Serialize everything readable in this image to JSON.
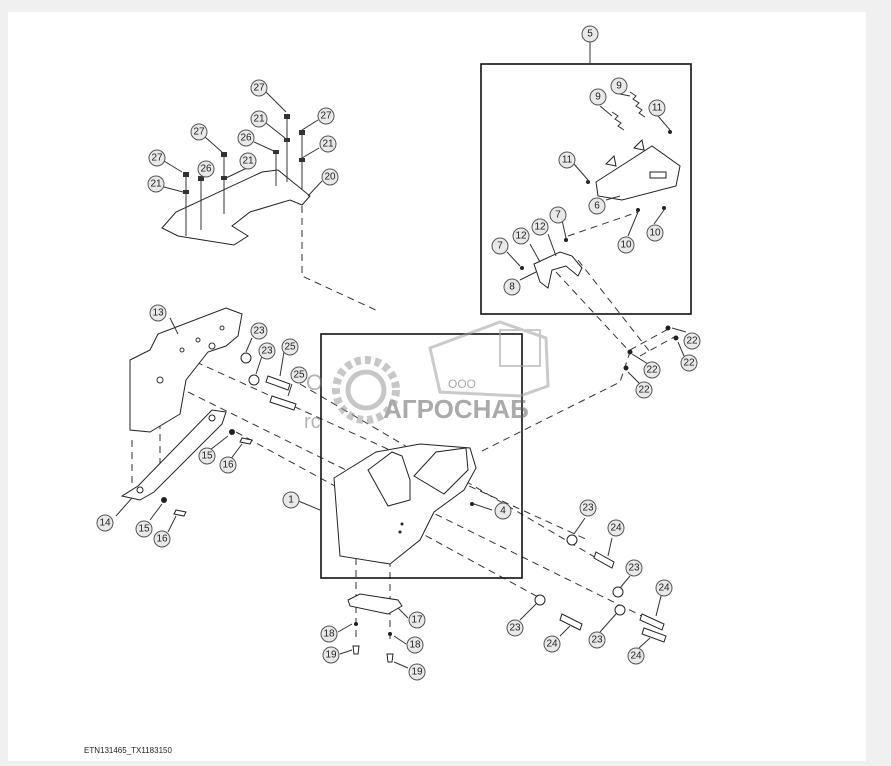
{
  "figure_id": "ETN131465_TX1183150",
  "watermark": {
    "company_prefix": "ООО",
    "company_name": "АГРОСНАБ",
    "fragment_a": "O",
    "fragment_b": "rc"
  },
  "callouts": [
    {
      "id": "c-27a",
      "label": "27"
    },
    {
      "id": "c-27b",
      "label": "27"
    },
    {
      "id": "c-27c",
      "label": "27"
    },
    {
      "id": "c-27d",
      "label": "27"
    },
    {
      "id": "c-21a",
      "label": "21"
    },
    {
      "id": "c-21b",
      "label": "21"
    },
    {
      "id": "c-21c",
      "label": "21"
    },
    {
      "id": "c-21d",
      "label": "21"
    },
    {
      "id": "c-26a",
      "label": "26"
    },
    {
      "id": "c-26b",
      "label": "26"
    },
    {
      "id": "c-20",
      "label": "20"
    },
    {
      "id": "c-5",
      "label": "5"
    },
    {
      "id": "c-9a",
      "label": "9"
    },
    {
      "id": "c-9b",
      "label": "9"
    },
    {
      "id": "c-11a",
      "label": "11"
    },
    {
      "id": "c-11b",
      "label": "11"
    },
    {
      "id": "c-6",
      "label": "6"
    },
    {
      "id": "c-7a",
      "label": "7"
    },
    {
      "id": "c-7b",
      "label": "7"
    },
    {
      "id": "c-12a",
      "label": "12"
    },
    {
      "id": "c-12b",
      "label": "12"
    },
    {
      "id": "c-8",
      "label": "8"
    },
    {
      "id": "c-10a",
      "label": "10"
    },
    {
      "id": "c-10b",
      "label": "10"
    },
    {
      "id": "c-22a",
      "label": "22"
    },
    {
      "id": "c-22b",
      "label": "22"
    },
    {
      "id": "c-22c",
      "label": "22"
    },
    {
      "id": "c-22d",
      "label": "22"
    },
    {
      "id": "c-13",
      "label": "13"
    },
    {
      "id": "c-23a",
      "label": "23"
    },
    {
      "id": "c-23b",
      "label": "23"
    },
    {
      "id": "c-25a",
      "label": "25"
    },
    {
      "id": "c-25b",
      "label": "25"
    },
    {
      "id": "c-15a",
      "label": "15"
    },
    {
      "id": "c-16a",
      "label": "16"
    },
    {
      "id": "c-14",
      "label": "14"
    },
    {
      "id": "c-15b",
      "label": "15"
    },
    {
      "id": "c-16b",
      "label": "16"
    },
    {
      "id": "c-1",
      "label": "1"
    },
    {
      "id": "c-4",
      "label": "4"
    },
    {
      "id": "c-23c",
      "label": "23"
    },
    {
      "id": "c-24a",
      "label": "24"
    },
    {
      "id": "c-23d",
      "label": "23"
    },
    {
      "id": "c-24b",
      "label": "24"
    },
    {
      "id": "c-23e",
      "label": "23"
    },
    {
      "id": "c-24c",
      "label": "24"
    },
    {
      "id": "c-23f",
      "label": "23"
    },
    {
      "id": "c-24d",
      "label": "24"
    },
    {
      "id": "c-17",
      "label": "17"
    },
    {
      "id": "c-18a",
      "label": "18"
    },
    {
      "id": "c-18b",
      "label": "18"
    },
    {
      "id": "c-19a",
      "label": "19"
    },
    {
      "id": "c-19b",
      "label": "19"
    }
  ]
}
